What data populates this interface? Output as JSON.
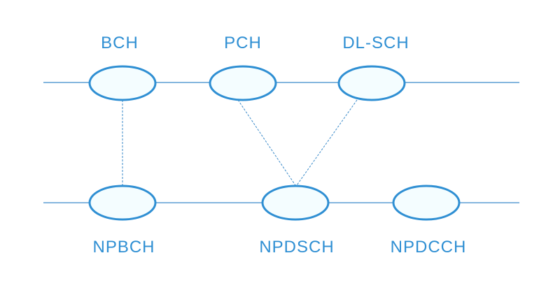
{
  "diagram": {
    "colors": {
      "line": "#3a8ac9",
      "node_stroke": "#2f8fd3",
      "node_fill": "#f4fdff",
      "text": "#2f8fd3"
    },
    "transport_channels": {
      "bch": "BCH",
      "pch": "PCH",
      "dl_sch": "DL-SCH"
    },
    "physical_channels": {
      "npbch": "NPBCH",
      "npdsch": "NPDSCH",
      "npdcch": "NPDCCH"
    }
  }
}
